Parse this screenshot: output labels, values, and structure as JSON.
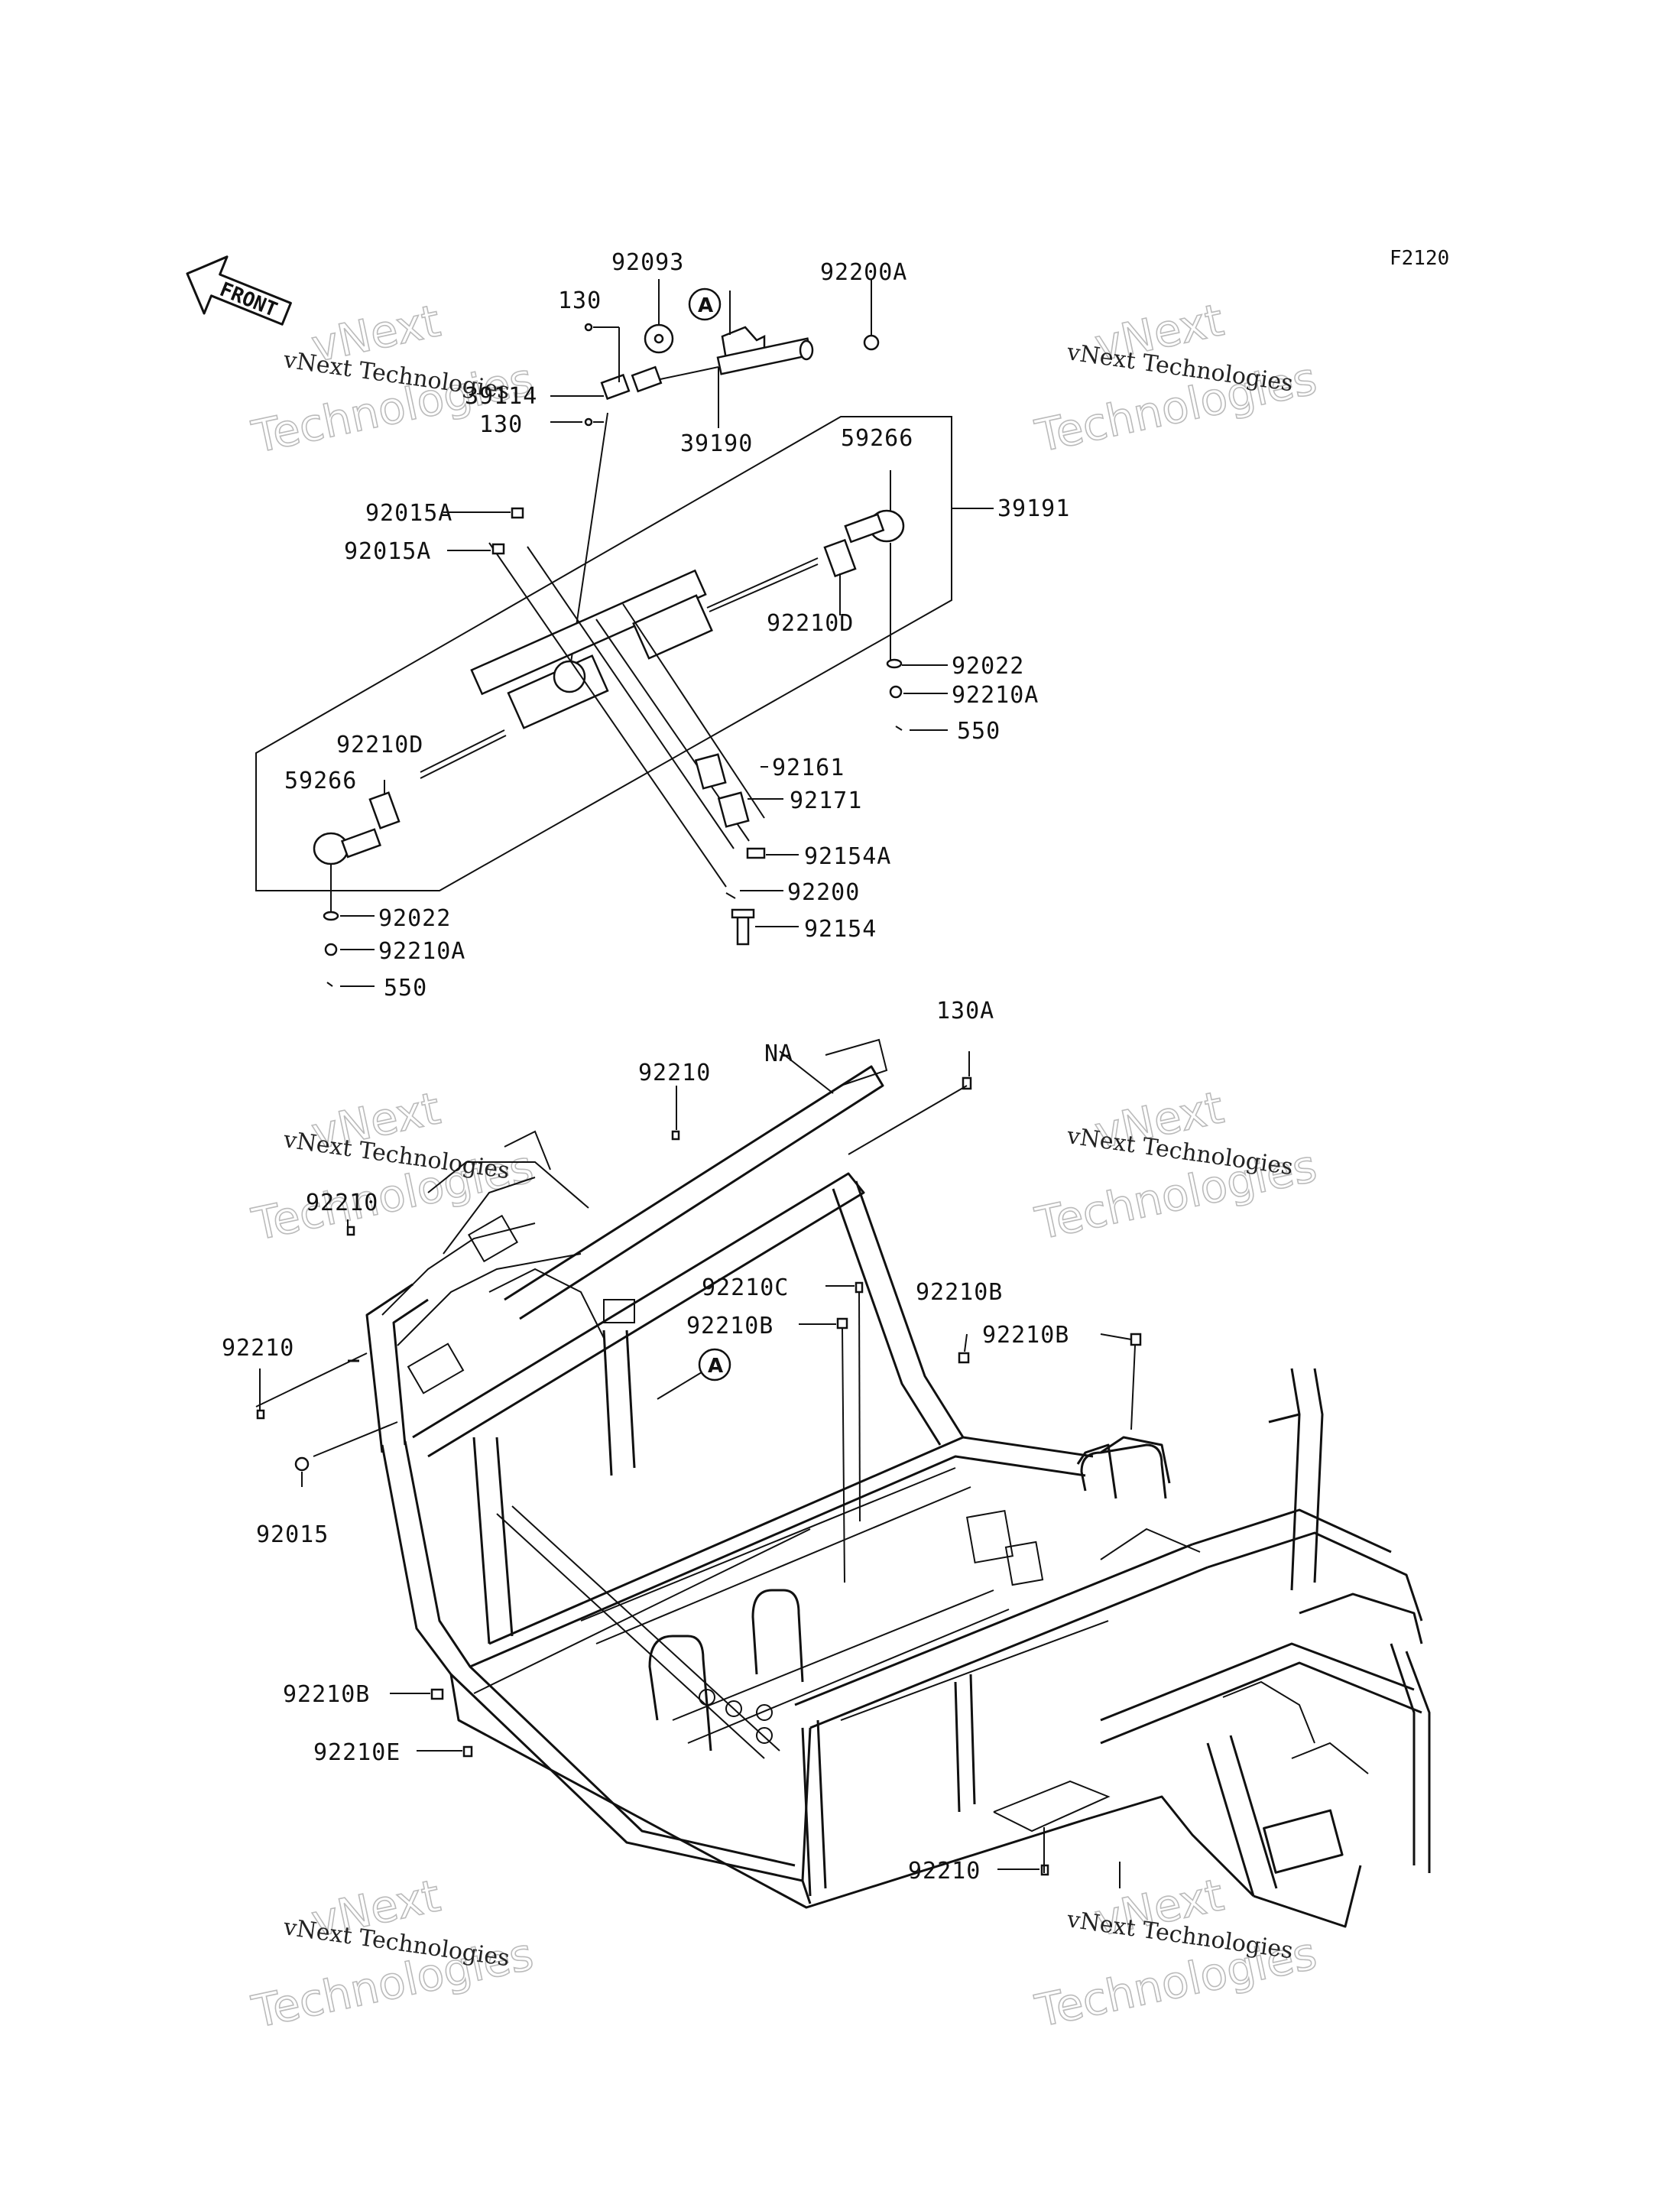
{
  "diagram_code": "F2120",
  "front_marker": "FRONT",
  "ref_marker": "A",
  "watermark": {
    "line1": "vNext Technologies",
    "line2": "Technologies",
    "line3": "vNext"
  },
  "labels": {
    "p92093": "92093",
    "p92200A": "92200A",
    "p130_top": "130",
    "p39114": "39114",
    "p130_mid": "130",
    "p39190": "39190",
    "p59266_r": "59266",
    "p39191": "39191",
    "p92015A_1": "92015A",
    "p92015A_2": "92015A",
    "p92210D_r": "92210D",
    "p92022_r": "92022",
    "p92210A_r": "92210A",
    "p550_r": "550",
    "p92210D_l": "92210D",
    "p59266_l": "59266",
    "p92161": "92161",
    "p92171": "92171",
    "p92154A": "92154A",
    "p92200": "92200",
    "p92154": "92154",
    "p92022_l": "92022",
    "p92210A_l": "92210A",
    "p550_l": "550",
    "p130A": "130A",
    "p92210_top": "92210",
    "pNA": "NA",
    "p92210_l1": "92210",
    "p92210C": "92210C",
    "p92210B_c": "92210B",
    "p92210B_r1": "92210B",
    "p92210B_r2": "92210B",
    "p92210_l2": "92210",
    "p92015": "92015",
    "p92210B_l": "92210B",
    "p92210E": "92210E",
    "p92210_bot": "92210"
  }
}
